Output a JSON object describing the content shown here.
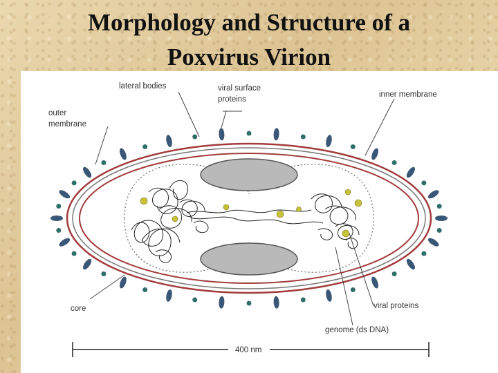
{
  "slide": {
    "title_line1": "Morphology and Structure of a",
    "title_line2": "Poxvirus Virion"
  },
  "diagram": {
    "labels": {
      "lateral_bodies": "lateral bodies",
      "viral_surface_proteins_1": "viral surface",
      "viral_surface_proteins_2": "proteins",
      "inner_membrane": "inner membrane",
      "outer_membrane_1": "outer",
      "outer_membrane_2": "membrane",
      "core": "core",
      "viral_proteins": "viral proteins",
      "genome": "genome (ds DNA)",
      "scale": "400 nm"
    },
    "colors": {
      "membrane_red": "#a33b3b",
      "spike_blue": "#3b5778",
      "dot_teal": "#2f6f6a",
      "protein_yellow": "#c8c23a",
      "lateral_body_gray": "#b9b9b9"
    }
  }
}
